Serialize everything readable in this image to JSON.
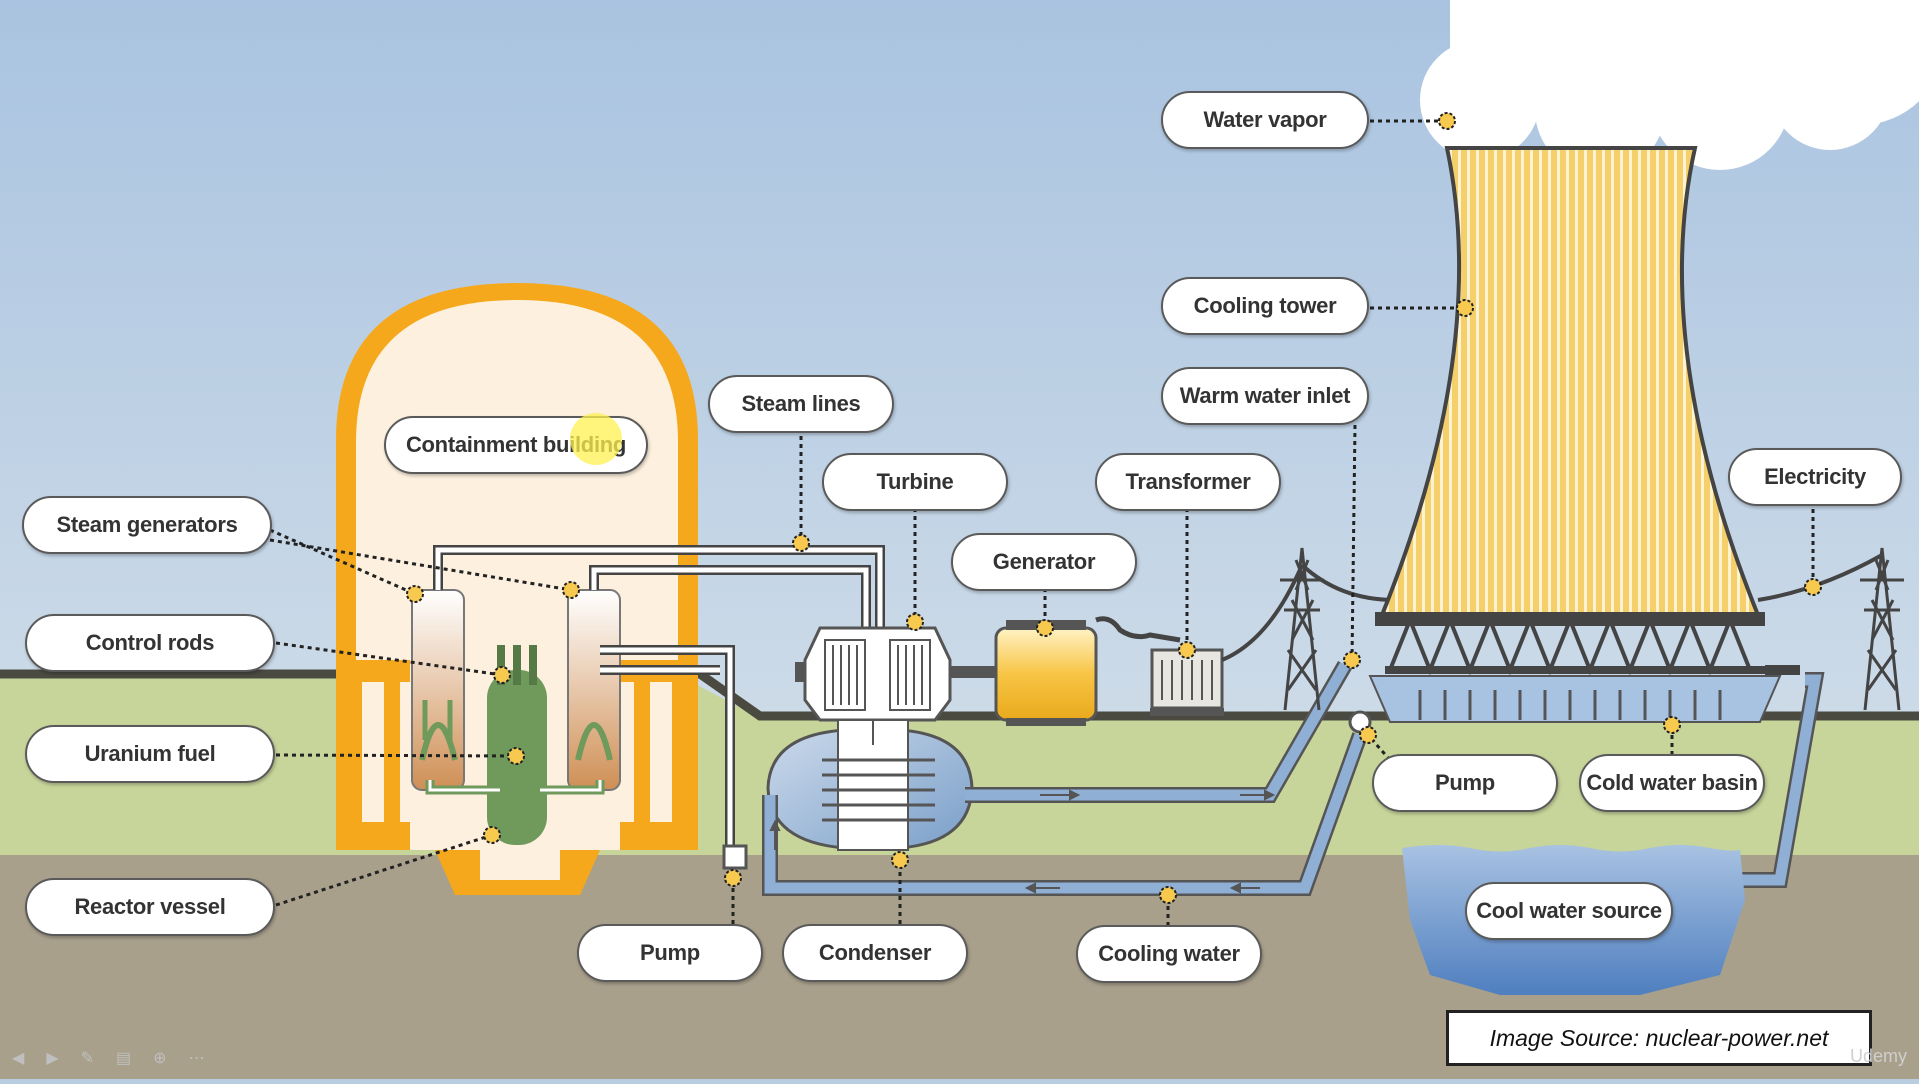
{
  "labels": {
    "containment_building": "Containment building",
    "steam_generators": "Steam generators",
    "control_rods": "Control rods",
    "uranium_fuel": "Uranium fuel",
    "reactor_vessel": "Reactor vessel",
    "steam_lines": "Steam lines",
    "turbine": "Turbine",
    "generator": "Generator",
    "transformer": "Transformer",
    "water_vapor": "Water vapor",
    "cooling_tower": "Cooling tower",
    "warm_water_inlet": "Warm water inlet",
    "electricity": "Electricity",
    "pump_left": "Pump",
    "condenser": "Condenser",
    "cooling_water": "Cooling water",
    "pump_right": "Pump",
    "cold_water_basin": "Cold water basin",
    "cool_water_source": "Cool water source"
  },
  "source_caption": "Image Source: nuclear-power.net",
  "watermark": "Udemy",
  "player_icons": [
    "previous-icon",
    "next-icon",
    "pen-icon",
    "slides-icon",
    "zoom-icon",
    "more-icon"
  ],
  "colors": {
    "sky": "#b8cde0",
    "ground_green": "#c7d49a",
    "earth": "#a9a08c",
    "containment_orange": "#f5a81c",
    "reactor_green": "#6f9a5c",
    "water_blue": "#8fb0d4",
    "tower_yellow": "#f2c445",
    "generator_yellow": "#f7c545"
  }
}
